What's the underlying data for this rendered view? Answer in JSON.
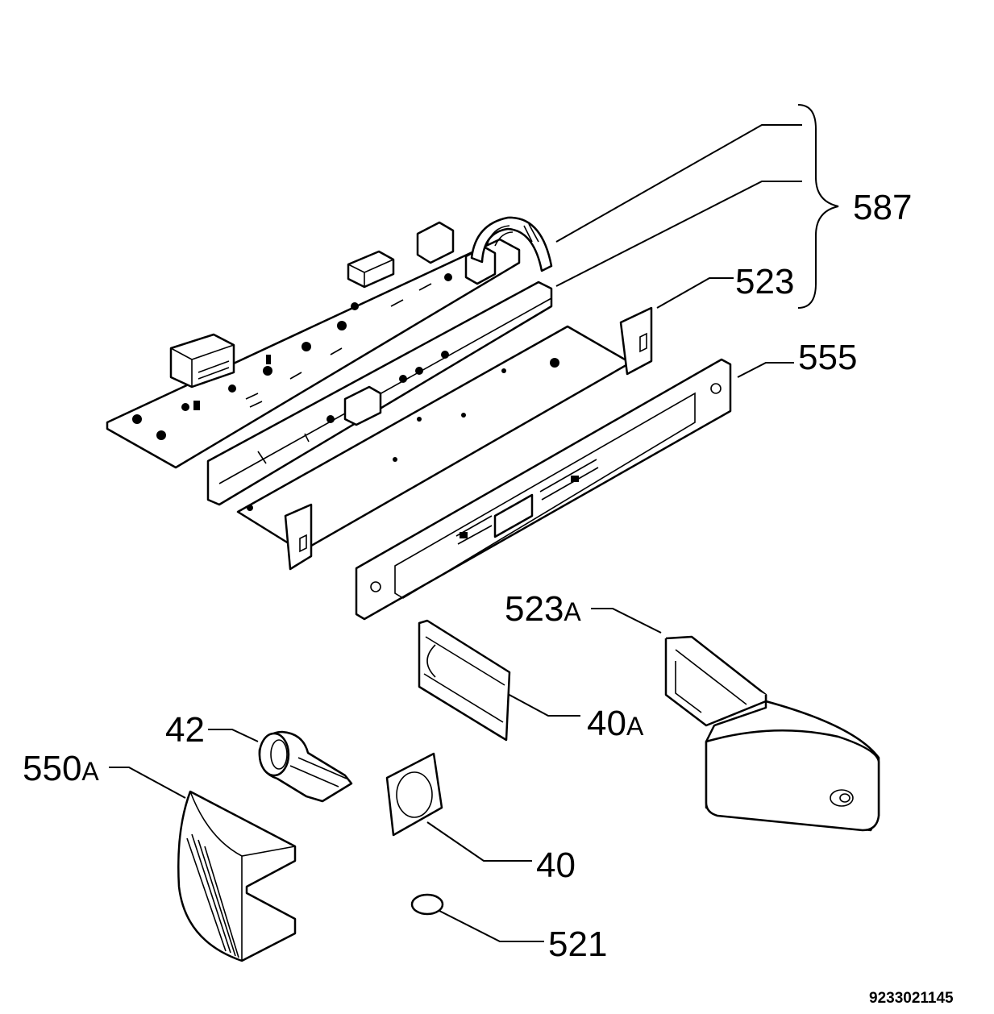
{
  "diagram": {
    "labels": [
      {
        "id": "587",
        "text": "587",
        "suffix": ""
      },
      {
        "id": "523",
        "text": "523",
        "suffix": ""
      },
      {
        "id": "555",
        "text": "555",
        "suffix": ""
      },
      {
        "id": "523a",
        "text": "523",
        "suffix": "A"
      },
      {
        "id": "40a",
        "text": "40",
        "suffix": "A"
      },
      {
        "id": "42",
        "text": "42",
        "suffix": ""
      },
      {
        "id": "550a",
        "text": "550",
        "suffix": "A"
      },
      {
        "id": "40",
        "text": "40",
        "suffix": ""
      },
      {
        "id": "521",
        "text": "521",
        "suffix": ""
      }
    ],
    "drawing_number": "9233021145"
  }
}
